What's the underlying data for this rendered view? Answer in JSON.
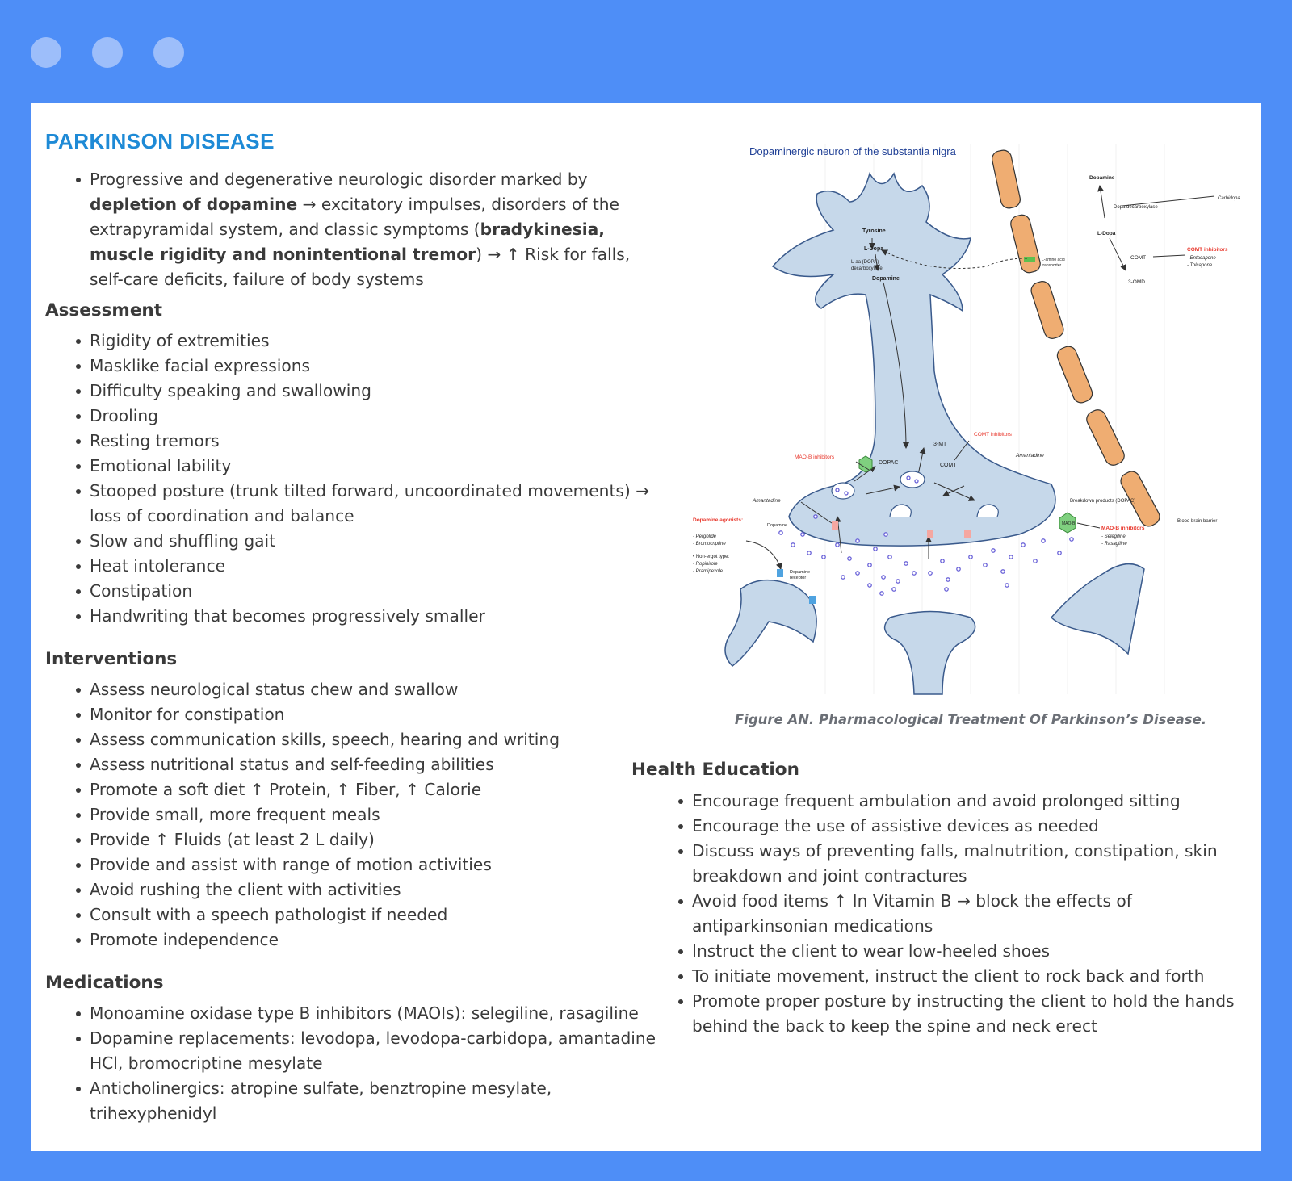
{
  "title": "PARKINSON DISEASE",
  "intro": {
    "t1": "Progressive and degenerative neurologic disorder marked by ",
    "b1": "depletion of dopamine",
    "t2": " → excitatory impulses, disorders of the extrapyramidal system, and classic symptoms (",
    "b2": "bradykinesia, muscle rigidity and nonintentional tremor",
    "t3": ") → ↑  Risk for falls, self-care deficits, failure of body systems"
  },
  "assessment": {
    "heading": "Assessment",
    "items": [
      "Rigidity of extremities",
      "Masklike facial expressions",
      "Difficulty speaking and swallowing",
      "Drooling",
      "Resting tremors",
      "Emotional lability",
      "Stooped posture (trunk tilted forward, uncoordinated movements) → loss of coordination and balance",
      "Slow and shuffling gait",
      "Heat intolerance",
      "Constipation",
      "Handwriting that becomes progressively smaller"
    ]
  },
  "interventions": {
    "heading": "Interventions",
    "items": [
      "Assess neurological status chew and swallow",
      "Monitor for constipation",
      "Assess communication skills, speech, hearing and writing",
      "Assess nutritional status and self-feeding abilities",
      "Promote a soft diet ↑ Protein, ↑ Fiber, ↑ Calorie",
      "Provide small, more frequent meals",
      "Provide ↑ Fluids (at least 2 L daily)",
      "Provide and assist with range of motion activities",
      "Avoid rushing the client with activities",
      "Consult with a speech pathologist if needed",
      "Promote independence"
    ]
  },
  "medications": {
    "heading": "Medications",
    "items": [
      "Monoamine oxidase type B inhibitors (MAOIs): selegiline, rasagiline",
      "Dopamine replacements: levodopa, levodopa-carbidopa, amantadine HCl, bromocriptine mesylate",
      "Anticholinergics: atropine sulfate, benztropine mesylate, trihexyphenidyl"
    ]
  },
  "figure": {
    "caption": "Figure AN. Pharmacological Treatment Of Parkinson’s Disease.",
    "labels": {
      "neuron_title": "Dopaminergic neuron of the substantia nigra",
      "tyrosine": "Tyrosine",
      "ldopa": "L-Dopa",
      "laa": "L-aa (DOPA)",
      "decarb": "decarboxylase",
      "dopamine": "Dopamine",
      "mao_b": "MAO-B inhibitors",
      "dopac": "DOPAC",
      "three_mt": "3-MT",
      "comt": "COMT",
      "comt_inh": "COMT inhibitors",
      "amantadine": "Amantadine",
      "dopamine_agonists": "Dopamine agonists:",
      "pergolide": "- Pergolide",
      "bromocriptine": "- Bromocriptine",
      "non_ergot": "• Non-ergot type:",
      "ropinirole": "- Ropinirole",
      "pramipexole": "- Pramipexole",
      "dopamine_receptor_1": "Dopamine",
      "dopamine_receptor_2": "receptor",
      "breakdown": "Breakdown products (DOPAC)",
      "mao_b_hex": "MAO-B",
      "selegiline": "- Selegiline",
      "rasagiline": "- Rasagiline",
      "bbb": "Blood brain barrier",
      "r_dopamine": "Dopamine",
      "r_dopa_decarb": "Dopa decarboxylase",
      "r_carbidopa": "Carbidopa",
      "r_ldopa": "L-Dopa",
      "r_laat1": "L-amino acid",
      "r_laat2": "transporter",
      "r_comt": "COMT",
      "r_comt_inh": "COMT inhibitors",
      "r_entacapone": "- Entacapone",
      "r_tolcapone": "- Tolcapone",
      "r_3omd": "3-OMD"
    },
    "colors": {
      "neuron_fill": "#c6d8ea",
      "neuron_stroke": "#3a5a8c",
      "barrier_fill": "#efad72",
      "red": "#e8352a",
      "title_blue": "#1f3f95",
      "vesicle": "#6a62d8"
    }
  },
  "health_education": {
    "heading": "Health Education",
    "items": [
      "Encourage frequent ambulation and avoid prolonged sitting",
      "Encourage the use of assistive devices as needed",
      "Discuss ways of preventing falls, malnutrition, constipation, skin breakdown and joint contractures",
      "Avoid food items ↑ In Vitamin B →  block the effects of antiparkinsonian medications",
      "Instruct the client to wear low-heeled shoes",
      "To initiate movement, instruct the client to rock back and forth",
      "Promote proper posture by instructing the client to hold the hands behind the back to keep the spine and neck erect"
    ]
  }
}
